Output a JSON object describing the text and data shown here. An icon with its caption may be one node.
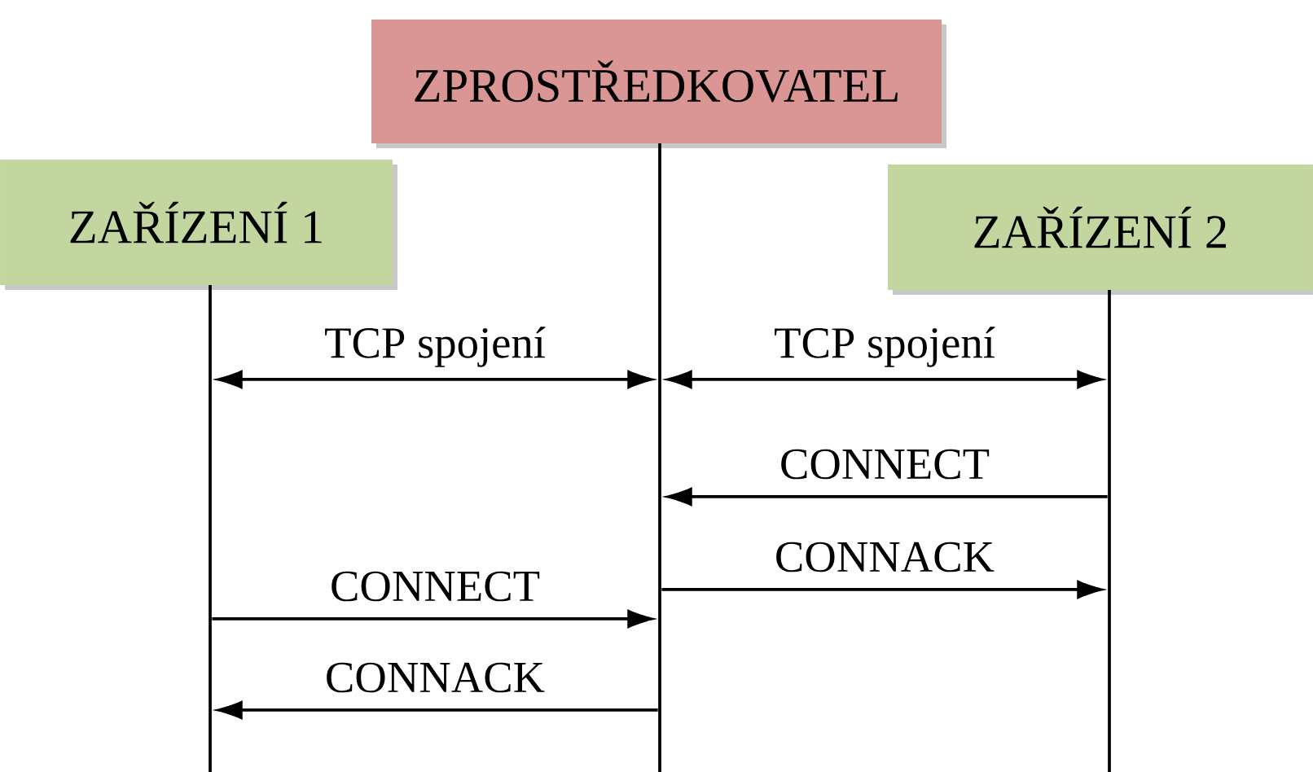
{
  "diagram": {
    "nodes": [
      {
        "text": [
          "ZPROSTŘEDKOVATEL"
        ]
      },
      {
        "text": [
          "ZAŘÍZENÍ 1"
        ]
      },
      {
        "text": [
          "ZAŘÍZENÍ 2"
        ]
      },
      {
        "text": [],
        "shape": "line"
      },
      {
        "text": [],
        "shape": "line"
      },
      {
        "text": [],
        "shape": "line"
      }
    ],
    "edges": [
      {
        "from": 3,
        "to": 4,
        "arrow": "both",
        "label": "TCP spojení"
      },
      {
        "from": 4,
        "to": 5,
        "arrow": "both",
        "label": "TCP spojení"
      },
      {
        "from": 5,
        "to": 4,
        "arrow": "to",
        "label": "CONNECT"
      },
      {
        "from": 4,
        "to": 5,
        "arrow": "to",
        "label": "CONNACK"
      },
      {
        "from": 3,
        "to": 4,
        "arrow": "to",
        "label": "CONNECT"
      },
      {
        "from": 4,
        "to": 3,
        "arrow": "to",
        "label": "CONNACK"
      }
    ]
  }
}
